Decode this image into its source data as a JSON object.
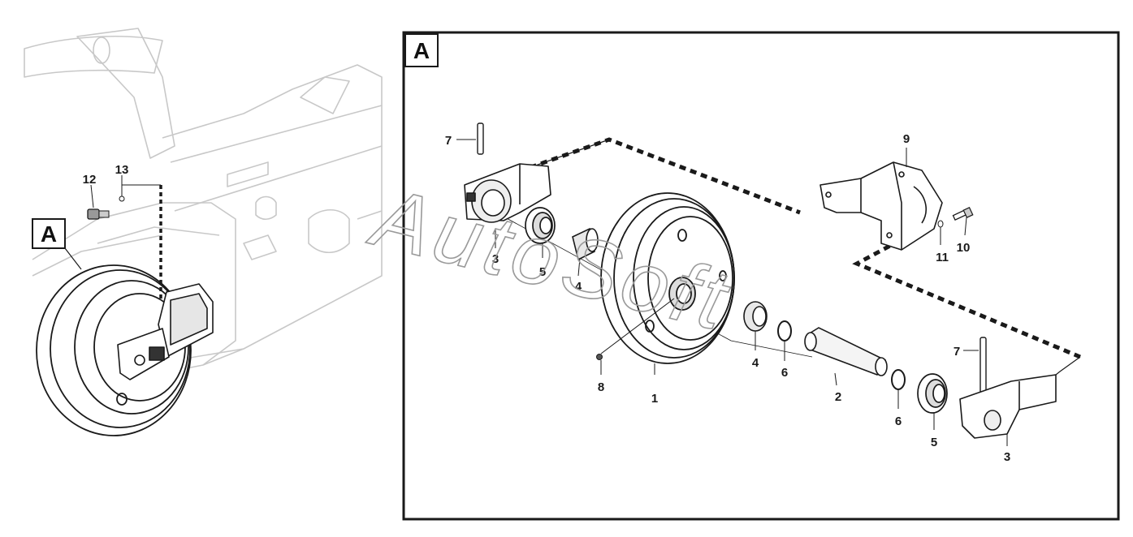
{
  "watermark": "AutoSoft",
  "overview": {
    "view_marker": "A",
    "callouts": {
      "c12": "12",
      "c13": "13"
    }
  },
  "detail": {
    "view_marker": "A",
    "callouts": {
      "c1": "1",
      "c2": "2",
      "c3a": "3",
      "c3b": "3",
      "c4a": "4",
      "c4b": "4",
      "c5a": "5",
      "c5b": "5",
      "c6a": "6",
      "c6b": "6",
      "c7a": "7",
      "c7b": "7",
      "c8": "8",
      "c9": "9",
      "c10": "10",
      "c11": "11"
    }
  }
}
